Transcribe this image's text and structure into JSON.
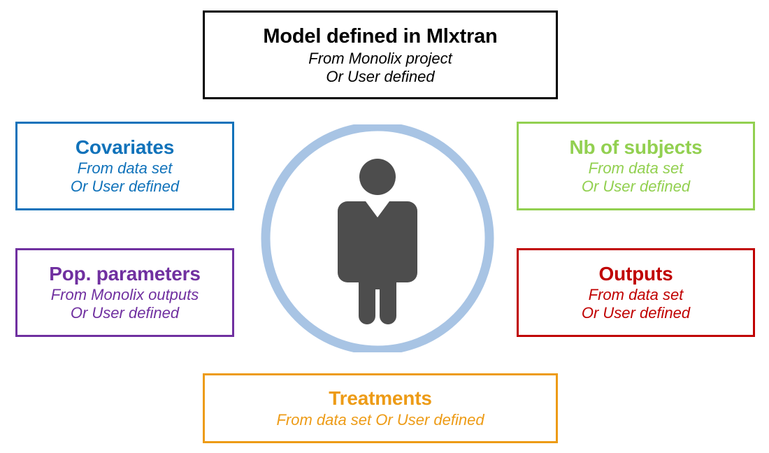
{
  "diagram": {
    "center": {
      "circle_color": "#a8c4e4",
      "figure_color": "#4d4d4d",
      "icon_name": "person-subject-icon"
    },
    "boxes": {
      "model": {
        "title": "Model defined in Mlxtran",
        "sub1": "From Monolix project",
        "sub2": "Or User defined",
        "color": "#000000"
      },
      "covariates": {
        "title": "Covariates",
        "sub1": "From data set",
        "sub2": "Or User defined",
        "color": "#1072ba"
      },
      "pop_parameters": {
        "title": "Pop. parameters",
        "sub1": "From Monolix outputs",
        "sub2": "Or User defined",
        "color": "#7030a0"
      },
      "nb_of_subjects": {
        "title": "Nb of subjects",
        "sub1": "From data set",
        "sub2": "Or User defined",
        "color": "#92d050"
      },
      "outputs": {
        "title": "Outputs",
        "sub1": "From data set",
        "sub2": "Or User defined",
        "color": "#c00000"
      },
      "treatments": {
        "title": "Treatments",
        "sub1": "From data set Or User defined",
        "color": "#ed9b16"
      }
    }
  }
}
